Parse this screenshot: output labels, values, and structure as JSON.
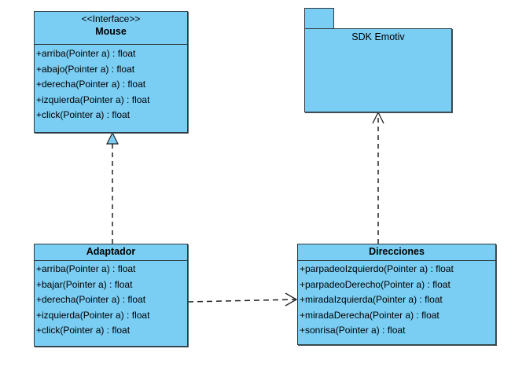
{
  "diagram": {
    "type": "UML class diagram",
    "fill_color": "#7acdf3",
    "stroke_color": "#2d3a40"
  },
  "mouse": {
    "stereotype": "<<Interface>>",
    "name": "Mouse",
    "operations": [
      "+arriba(Pointer a) : float",
      "+abajo(Pointer a) : float",
      "+derecha(Pointer a) : float",
      "+izquierda(Pointer a) : float",
      "+click(Pointer a) : float"
    ]
  },
  "sdk_package": {
    "name": "SDK Emotiv"
  },
  "adaptador": {
    "name": "Adaptador",
    "operations": [
      "+arriba(Pointer a) : float",
      "+bajar(Pointer a) : float",
      "+derecha(Pointer a) : float",
      "+izquierda(Pointer a) : float",
      "+click(Pointer a) : float"
    ]
  },
  "direcciones": {
    "name": "Direcciones",
    "operations": [
      "+parpadeoIzquierdo(Pointer a) : float",
      "+parpadeoDerecho(Pointer a) : float",
      "+miradaIzquierda(Pointer a) : float",
      "+miradaDerecha(Pointer a) : float",
      "+sonrisa(Pointer a) : float"
    ]
  },
  "relationships": [
    {
      "type": "realization",
      "from": "Adaptador",
      "to": "Mouse"
    },
    {
      "type": "dependency",
      "from": "Adaptador",
      "to": "Direcciones"
    },
    {
      "type": "dependency",
      "from": "Direcciones",
      "to": "SDK Emotiv"
    }
  ]
}
